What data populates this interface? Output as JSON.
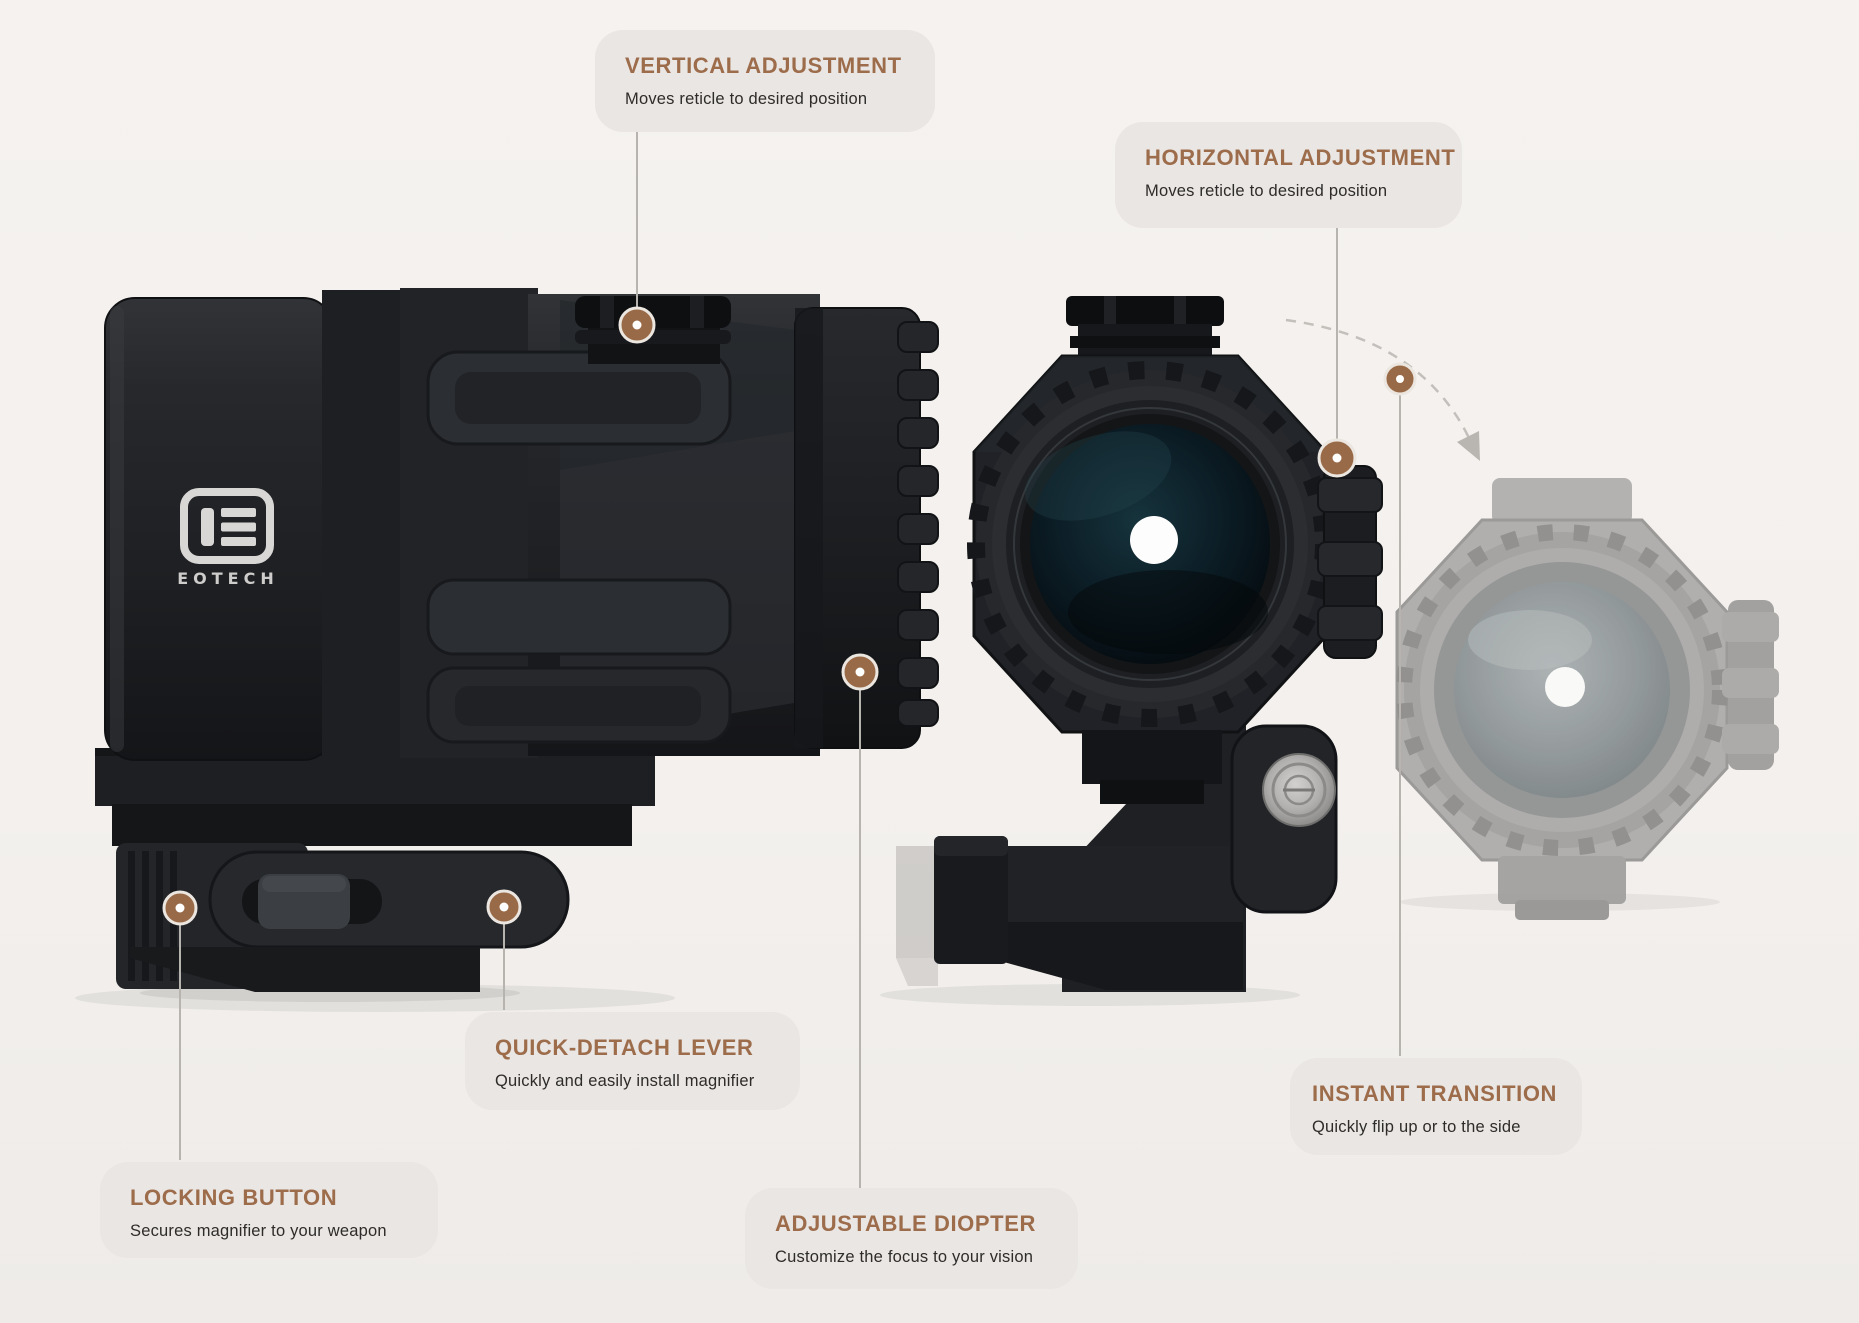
{
  "page": {
    "background": "#f3f0ed",
    "type": "product-feature-diagram"
  },
  "colors": {
    "callout_bg": "#e9e6e3",
    "callout_title": "#9d6c4b",
    "callout_body": "#2e2c2a",
    "marker_fill": "#996a47",
    "leader_line": "#b7b3af",
    "flip_arrow": "#bfbcb8",
    "product_dark": "#1d1f22",
    "ghost_gray": "#a8a7a5"
  },
  "product": {
    "brand": "EOTECH",
    "logo_text": "EOTECH",
    "views": [
      "side-view-magnifier",
      "front-view-magnifier",
      "ghost-flipped-magnifier"
    ]
  },
  "callouts": [
    {
      "id": "vertical-adjustment",
      "title": "VERTICAL  ADJUSTMENT",
      "description": "Moves reticle to desired position"
    },
    {
      "id": "horizontal-adjustment",
      "title": "HORIZONTAL ADJUSTMENT",
      "description": "Moves reticle to desired position"
    },
    {
      "id": "quick-detach-lever",
      "title": "QUICK-DETACH LEVER",
      "description": "Quickly and easily install magnifier"
    },
    {
      "id": "locking-button",
      "title": "LOCKING BUTTON",
      "description": "Secures magnifier to your weapon"
    },
    {
      "id": "adjustable-diopter",
      "title": "ADJUSTABLE DIOPTER",
      "description": "Customize the focus to your vision"
    },
    {
      "id": "instant-transition",
      "title": "INSTANT TRANSITION",
      "description": "Quickly flip up or to the side"
    }
  ]
}
